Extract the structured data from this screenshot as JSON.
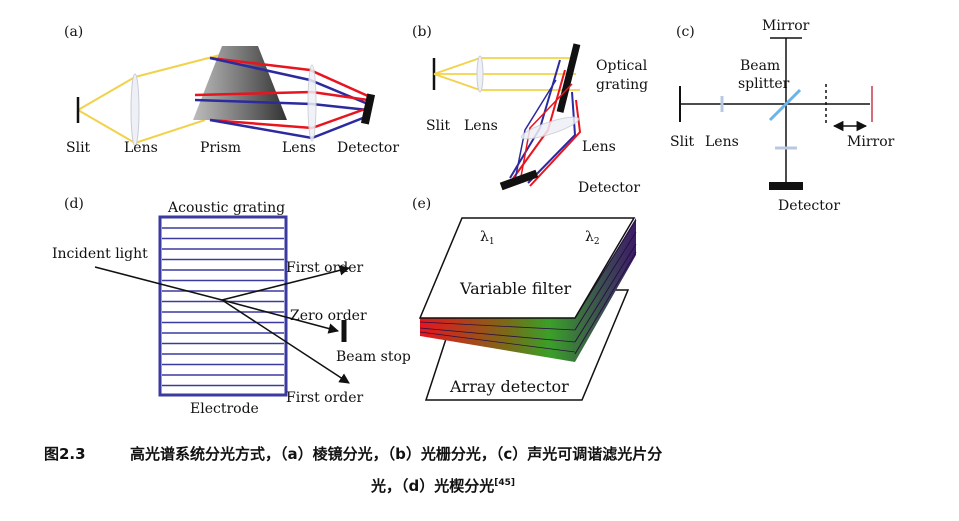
{
  "panels": {
    "a": {
      "tag": "(a)",
      "labels": {
        "slit": "Slit",
        "lens1": "Lens",
        "prism": "Prism",
        "lens2": "Lens",
        "detector": "Detector"
      }
    },
    "b": {
      "tag": "(b)",
      "labels": {
        "grating_l1": "Optical",
        "grating_l2": "grating",
        "slit": "Slit",
        "lens1": "Lens",
        "lens2": "Lens",
        "detector": "Detector"
      }
    },
    "c": {
      "tag": "(c)",
      "labels": {
        "mirror_top": "Mirror",
        "bs_l1": "Beam",
        "bs_l2": "splitter",
        "slit": "Slit",
        "lens": "Lens",
        "mirror_right": "Mirror",
        "detector": "Detector"
      }
    },
    "d": {
      "tag": "(d)",
      "labels": {
        "acoustic": "Acoustic grating",
        "incident": "Incident light",
        "first_order_top": "First order",
        "zero_order": "Zero order",
        "beam_stop": "Beam stop",
        "first_order_bottom": "First order",
        "electrode": "Electrode"
      }
    },
    "e": {
      "tag": "(e)",
      "labels": {
        "lambda": "λ",
        "sub1": "1",
        "sub2": "2",
        "variable_filter": "Variable filter",
        "array_detector": "Array detector"
      }
    }
  },
  "caption": {
    "number": "图2.3",
    "line1": "高光谱系统分光方式，（a）棱镜分光，（b）光栅分光，（c）声光可调谐滤光片分",
    "line2": "光，（d）光楔分光",
    "ref": "[45]"
  },
  "colors": {
    "yellow": "#f2d24a",
    "red": "#e8141e",
    "blue": "#2b2a9e",
    "dark": "#111111",
    "panel_border": "#3a3aa0"
  }
}
